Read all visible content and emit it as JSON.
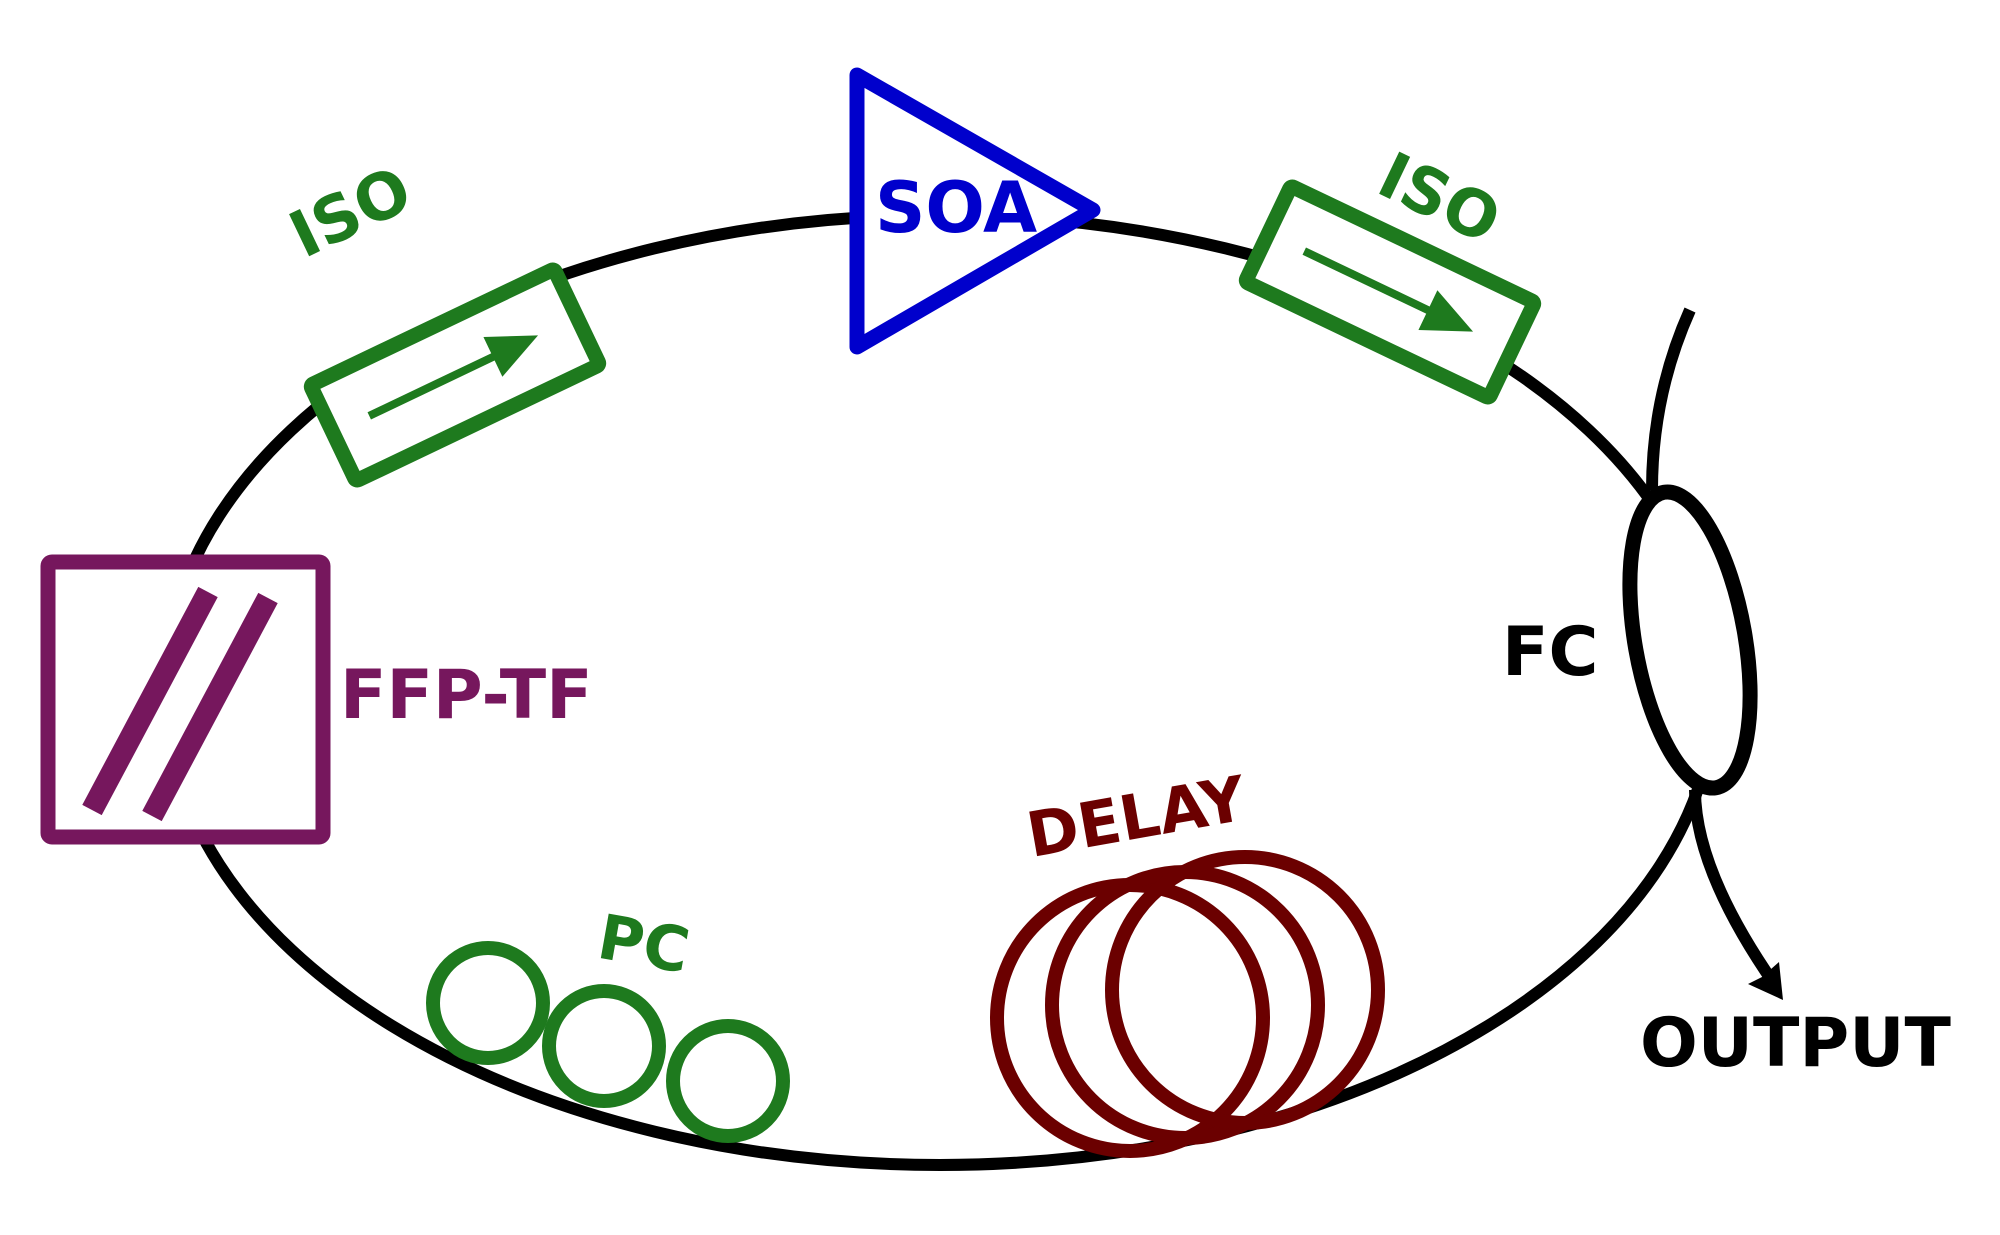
{
  "labels": {
    "soa": "SOA",
    "iso_left": "ISO",
    "iso_right": "ISO",
    "ffp_tf": "FFP-TF",
    "fc": "FC",
    "pc": "PC",
    "delay": "DELAY",
    "output": "OUTPUT"
  },
  "colors": {
    "fiber": "#000000",
    "soa": "#0000cc",
    "iso": "#1e7a1e",
    "filter": "#76175d",
    "pc": "#1e7a1e",
    "delay": "#6b0000"
  }
}
